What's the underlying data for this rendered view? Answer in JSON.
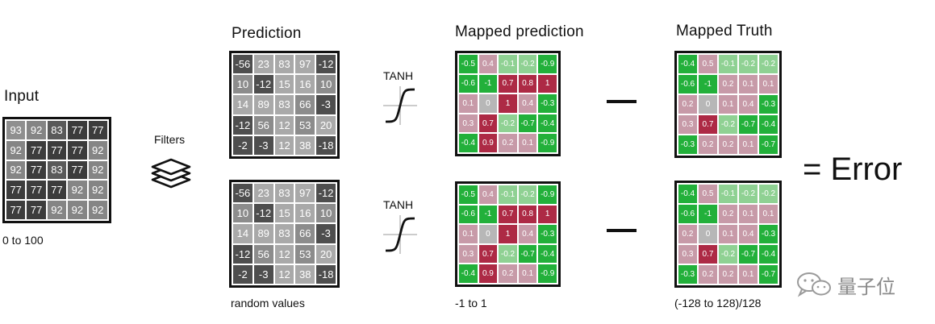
{
  "input": {
    "title": "Input",
    "range": "0 to 100",
    "values": [
      [
        93,
        92,
        83,
        77,
        77
      ],
      [
        92,
        77,
        77,
        77,
        92
      ],
      [
        92,
        77,
        83,
        77,
        92
      ],
      [
        77,
        77,
        77,
        92,
        92
      ],
      [
        77,
        77,
        92,
        92,
        92
      ]
    ]
  },
  "filters_label": "Filters",
  "prediction": {
    "title": "Prediction",
    "caption": "random values",
    "values": [
      [
        "-56",
        23,
        83,
        97,
        "-12"
      ],
      [
        10,
        "-12",
        15,
        16,
        10
      ],
      [
        14,
        89,
        83,
        66,
        "-3"
      ],
      [
        "-12",
        56,
        12,
        53,
        20
      ],
      [
        "-2",
        "-3",
        12,
        38,
        "-18"
      ]
    ]
  },
  "tanh_label": "TANH",
  "mapped_prediction": {
    "title": "Mapped prediction",
    "caption": "-1 to 1",
    "values": [
      [
        "-0.5",
        "0.4",
        "-0.1",
        "-0.2",
        "-0.9"
      ],
      [
        "-0.6",
        "-1",
        "0.7",
        "0.8",
        "1"
      ],
      [
        "0.1",
        "0",
        "1",
        "0.4",
        "-0.3"
      ],
      [
        "0.3",
        "0.7",
        "-0.2",
        "-0.7",
        "-0.4"
      ],
      [
        "-0.4",
        "0.9",
        "0.2",
        "0.1",
        "-0.9"
      ]
    ]
  },
  "mapped_truth": {
    "title": "Mapped Truth",
    "caption": "(-128 to 128)/128",
    "values": [
      [
        "-0.4",
        "0.5",
        "-0.1",
        "-0.2",
        "-0.2"
      ],
      [
        "-0.6",
        "-1",
        "0.2",
        "0.1",
        "0.1"
      ],
      [
        "0.2",
        "0",
        "0.1",
        "0.4",
        "-0.3"
      ],
      [
        "0.3",
        "0.7",
        "-0.2",
        "-0.7",
        "-0.4"
      ],
      [
        "-0.3",
        "0.2",
        "0.2",
        "0.1",
        "-0.7"
      ]
    ]
  },
  "result_label": "= Error",
  "watermark": "量子位",
  "colors": {
    "input": {
      "93": "#8f8f8f",
      "92": "#858585",
      "83": "#5a5a5a",
      "77": "#3c3c3c"
    },
    "prediction_light": "#a9a9a9",
    "prediction_mid": "#8c8c8c",
    "prediction_dark": "#4e4e4e",
    "strong_green": "#22b03a",
    "soft_green": "#8fd193",
    "gray": "#b7b7b7",
    "pink": "#c79aa8",
    "red": "#ad2a45"
  },
  "icons": {
    "filters": "layers-icon",
    "tanh": "sigmoid-curve-icon",
    "watermark": "wechat-icon"
  }
}
